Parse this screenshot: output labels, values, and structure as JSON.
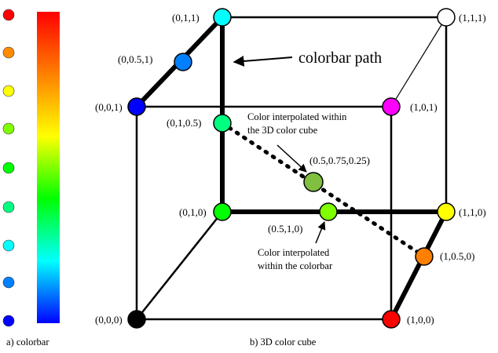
{
  "colorbar": {
    "caption": "a) colorbar",
    "gradient_stops": [
      "#ff0000",
      "#ff8000",
      "#ffff00",
      "#00ff00",
      "#00ffff",
      "#0000ff"
    ],
    "dots": [
      {
        "color": "#ff0000"
      },
      {
        "color": "#ff8c00"
      },
      {
        "color": "#ffff00"
      },
      {
        "color": "#80ff00"
      },
      {
        "color": "#00ff00"
      },
      {
        "color": "#00ff80"
      },
      {
        "color": "#00ffff"
      },
      {
        "color": "#0080ff"
      },
      {
        "color": "#0000ff"
      }
    ]
  },
  "cube": {
    "caption": "b) 3D color cube",
    "colorbar_path_label": "colorbar path",
    "annotation_cube": {
      "line1": "Color interpolated within",
      "line2": "the 3D color cube"
    },
    "annotation_bar": {
      "line1": "Color interpolated",
      "line2": "within the colorbar"
    },
    "points": [
      {
        "id": "p000",
        "label": "(0,0,0)",
        "color": "#000000"
      },
      {
        "id": "p100",
        "label": "(1,0,0)",
        "color": "#ff0000"
      },
      {
        "id": "p010",
        "label": "(0,1,0)",
        "color": "#00ff00"
      },
      {
        "id": "p110",
        "label": "(1,1,0)",
        "color": "#ffff00"
      },
      {
        "id": "p001",
        "label": "(0,0,1)",
        "color": "#0000ff"
      },
      {
        "id": "p101",
        "label": "(1,0,1)",
        "color": "#ff00ff"
      },
      {
        "id": "p011",
        "label": "(0,1,1)",
        "color": "#00ffff"
      },
      {
        "id": "p111",
        "label": "(1,1,1)",
        "color": "#ffffff"
      },
      {
        "id": "p0051",
        "label": "(0,0.5,1)",
        "color": "#0080ff"
      },
      {
        "id": "p0105",
        "label": "(0,1,0.5)",
        "color": "#00ff80"
      },
      {
        "id": "p0510",
        "label": "(0.5,1,0)",
        "color": "#80ff00"
      },
      {
        "id": "p1050",
        "label": "(1,0.5,0)",
        "color": "#ff8000"
      },
      {
        "id": "pmid",
        "label": "(0.5,0.75,0.25)",
        "color": "#80bf40"
      }
    ]
  }
}
